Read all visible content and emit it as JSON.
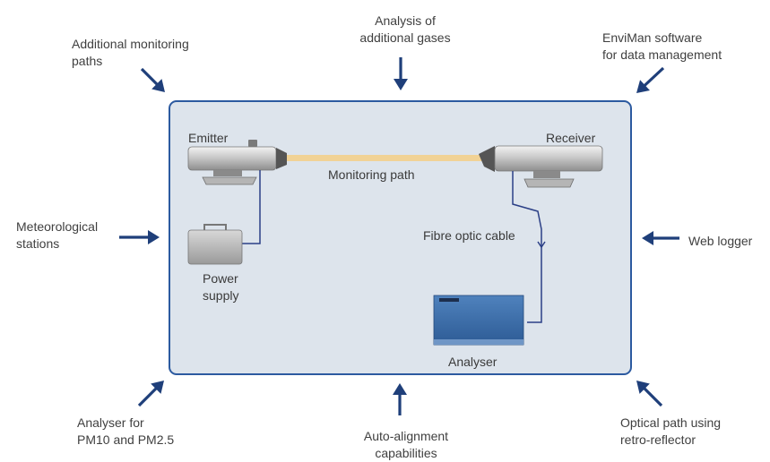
{
  "colors": {
    "arrow": "#1f3f7a",
    "box_border": "#2c5aa0",
    "box_fill": "#dde4ec",
    "beam": "#f5cf86",
    "cable": "#2b3f86",
    "analyser": "#3d6fa8"
  },
  "outer_labels": {
    "top_left": [
      "Additional monitoring",
      "paths"
    ],
    "top_center": [
      "Analysis of",
      "additional gases"
    ],
    "top_right": [
      "EnviMan software",
      "for data management"
    ],
    "middle_left": [
      "Meteorological",
      "stations"
    ],
    "middle_right": [
      "Web logger"
    ],
    "bottom_left": [
      "Analyser for",
      "PM10 and PM2.5"
    ],
    "bottom_center": [
      "Auto-alignment",
      "capabilities"
    ],
    "bottom_right": [
      "Optical path using",
      "retro-reflector"
    ]
  },
  "inner_labels": {
    "emitter": "Emitter",
    "receiver": "Receiver",
    "monitoring_path": "Monitoring path",
    "fibre_optic_cable": "Fibre optic cable",
    "power_supply": [
      "Power",
      "supply"
    ],
    "analyser": "Analyser"
  },
  "icons": [
    "arrow-icon",
    "emitter-icon",
    "receiver-icon",
    "power-supply-icon",
    "analyser-icon"
  ]
}
